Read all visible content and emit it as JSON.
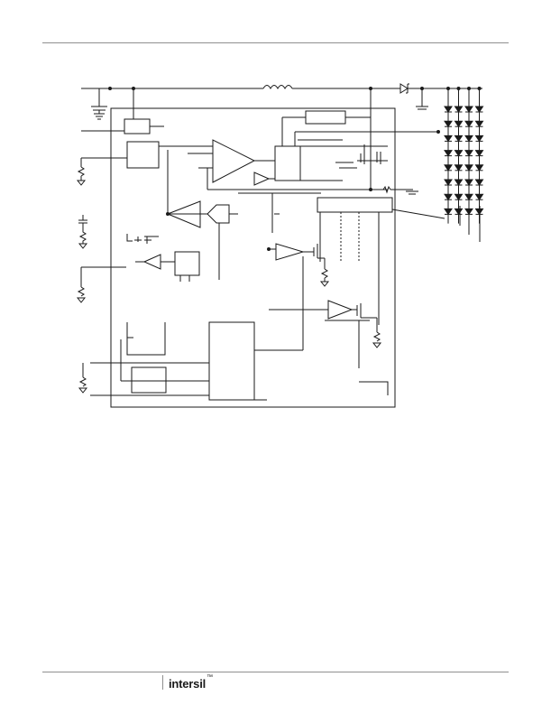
{
  "footer": {
    "logo_text": "intersil",
    "logo_mark": "™"
  },
  "colors": {
    "line": "#1a1a1a",
    "rule": "#8f8f8f",
    "background": "#ffffff"
  },
  "diagram": {
    "led_rows": 8,
    "led_columns": 4,
    "led_strings_outputs": 4
  }
}
